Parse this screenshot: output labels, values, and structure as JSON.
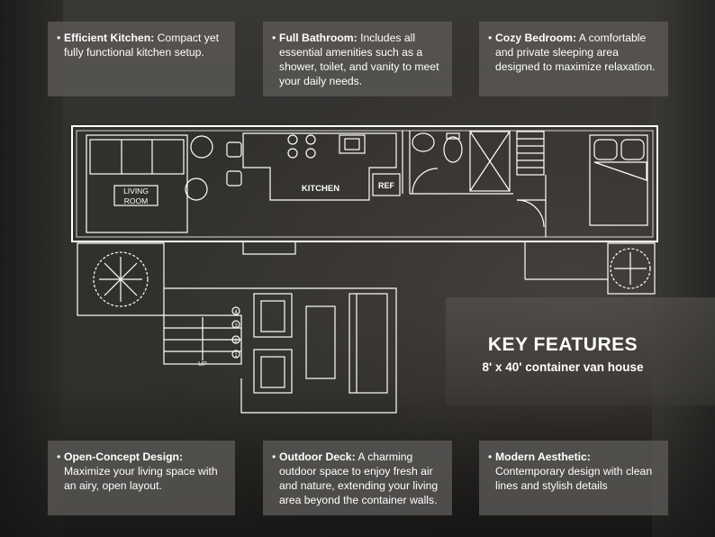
{
  "features_top": [
    {
      "title": "Efficient Kitchen:",
      "text": "Compact yet fully functional kitchen setup."
    },
    {
      "title": "Full Bathroom:",
      "text": "Includes all essential amenities such as a shower, toilet, and vanity to meet your daily needs."
    },
    {
      "title": "Cozy Bedroom:",
      "text": "A comfortable and private sleeping area designed to maximize relaxation."
    }
  ],
  "features_bottom": [
    {
      "title": "Open-Concept Design:",
      "text": "Maximize your living space with an airy, open layout."
    },
    {
      "title": "Outdoor Deck:",
      "text": "A charming outdoor space to enjoy fresh air and nature, extending your living area beyond the container walls."
    },
    {
      "title": "Modern Aesthetic:",
      "text": "Contemporary design with clean lines and stylish details"
    }
  ],
  "heading": {
    "title": "KEY FEATURES",
    "subtitle": "8' x 40' container van house"
  },
  "plan_labels": {
    "living_room_1": "LIVING",
    "living_room_2": "ROOM",
    "kitchen": "KITCHEN",
    "ref": "REF",
    "up": "UP"
  },
  "stair_steps": [
    "4",
    "3",
    "2",
    "1"
  ],
  "colors": {
    "box_bg": "#5a5856",
    "line": "#ffffff"
  }
}
